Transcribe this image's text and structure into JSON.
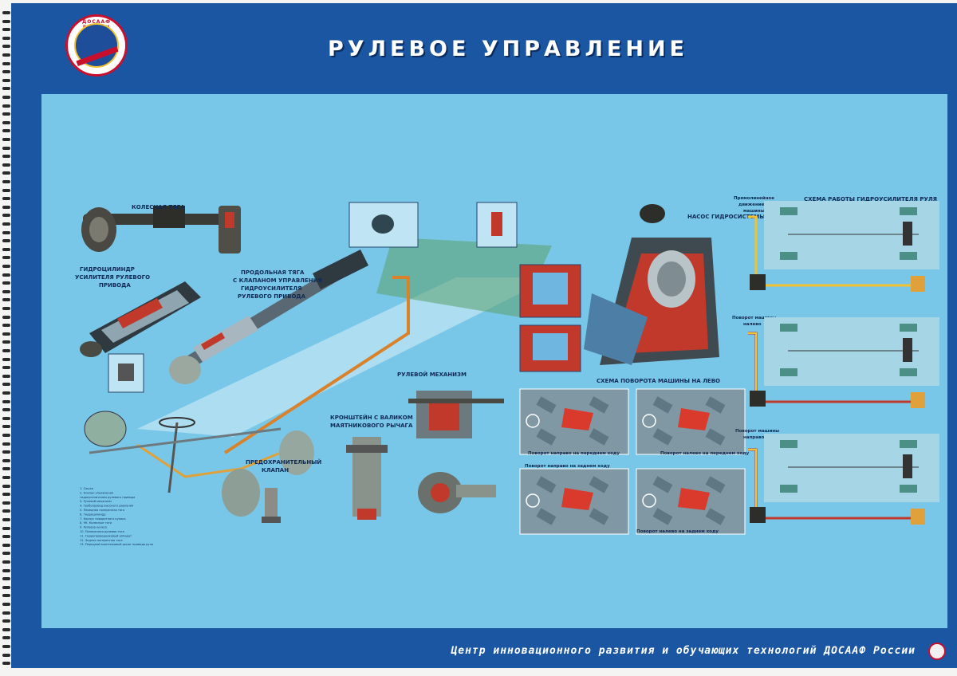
{
  "header": {
    "title": "РУЛЕВОЕ УПРАВЛЕНИЕ",
    "logo_text": "ДОСААФ РОССИИ"
  },
  "footer": {
    "text": "Центр инновационного развития и обучающих технологий ДОСААФ России"
  },
  "labels": {
    "wheel_rod": "КОЛЕСНАЯ ТЯГА",
    "hydrocylinder": [
      "ГИДРОЦИЛИНДР",
      "УСИЛИТЕЛЯ РУЛЕВОГО",
      "ПРИВОДА"
    ],
    "longitudinal_rod": [
      "ПРОДОЛЬНАЯ ТЯГА",
      "С КЛАПАНОМ УПРАВЛЕНИЯ",
      "ГИДРОУСИЛИТЕЛЯ",
      "РУЛЕВОГО ПРИВОДА"
    ],
    "steering_mechanism": "РУЛЕВОЙ МЕХАНИЗМ",
    "bracket": [
      "КРОНШТЕЙН С ВАЛИКОМ",
      "МАЯТНИКОВОГО РЫЧАГА"
    ],
    "safety_valve": [
      "ПРЕДОХРАНИТЕЛЬНЫЙ",
      "КЛАПАН"
    ],
    "pump": "НАСОС ГИДРОСИСТЕМЫ",
    "turn_left_scheme": "СХЕМА ПОВОРОТА МАШИНЫ НА ЛЕВО",
    "booster_scheme": "СХЕМА РАБОТЫ ГИДРОУСИЛИТЕЛЯ РУЛЯ",
    "straight": [
      "Прямолинейное",
      "движение",
      "машины"
    ],
    "left_turn": [
      "Поворот машины",
      "налево"
    ],
    "right_turn": [
      "Поворот машины",
      "направо"
    ],
    "turn_captions": [
      "Поворот направо на переднем ходу",
      "Поворот налево на переднем ходу",
      "Поворот направо на заднем ходу",
      "Поворот налево на заднем ходу"
    ]
  },
  "legend_lines": [
    "1. Сошка",
    "2. Клапан управления",
    "   гидроусилителем рулевого привода",
    "3. Рулевой механизм",
    "4. Трубопровод высокого давления",
    "5. Передняя поперечная тяга",
    "6. Гидроцилиндр",
    "7. Корпус поворотного кулака",
    "8, 9К. Колесные тяги",
    "9. Рулевое колесо",
    "10. Поперечная рулевая тяга",
    "11. Гидропроводниковый аппарат",
    "12. Задняя поперечная тяга",
    "13. Передний маятниковый рычаг привода руля"
  ]
}
